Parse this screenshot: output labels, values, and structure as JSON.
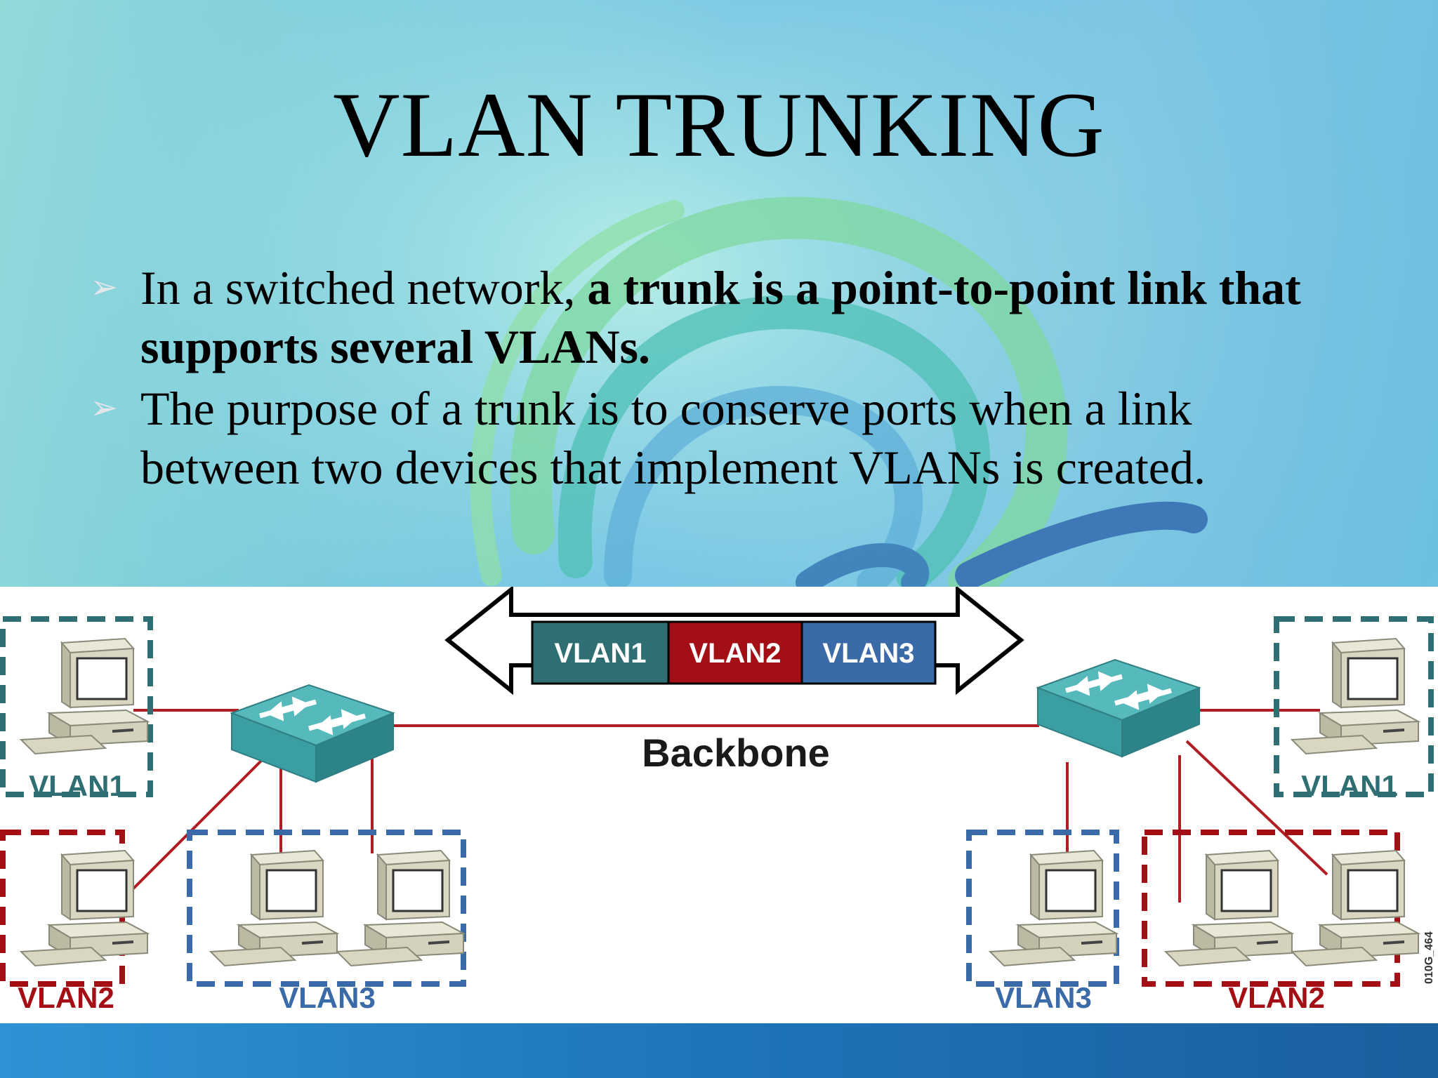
{
  "slide": {
    "title": "VLAN TRUNKING",
    "bullets": [
      {
        "plain": "In a switched network, ",
        "bold": "a trunk is a point-to-point link that supports several VLANs."
      },
      {
        "plain": "The purpose of a trunk is to conserve ports when a link between two devices that implement VLANs is created."
      }
    ]
  },
  "diagram": {
    "trunk_labels": [
      "VLAN1",
      "VLAN2",
      "VLAN3"
    ],
    "backbone_label": "Backbone",
    "left_groups": [
      "VLAN1",
      "VLAN2",
      "VLAN3"
    ],
    "right_groups": [
      "VLAN1",
      "VLAN3",
      "VLAN2"
    ],
    "figure_id": "010G_464",
    "colors": {
      "vlan1": "#2f6f73",
      "vlan2": "#a30f14",
      "vlan3": "#3a6aa7",
      "link": "#b01e24",
      "switch": "#3a9ea3"
    }
  }
}
